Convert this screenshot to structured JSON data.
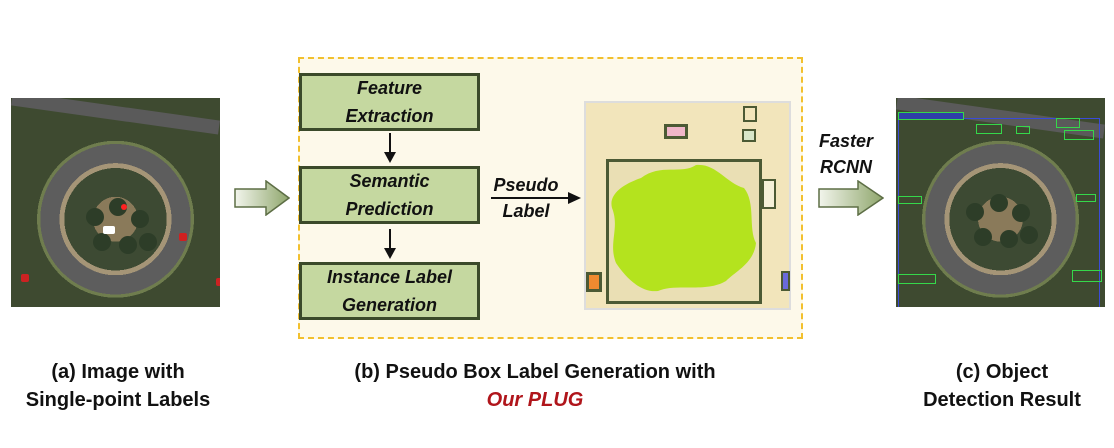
{
  "captions": {
    "a_line1": "(a) Image with",
    "a_line2": "Single-point Labels",
    "b_line1": "(b) Pseudo Box Label Generation with",
    "b_line2": "Our PLUG",
    "c_line1": "(c) Object",
    "c_line2": "Detection Result"
  },
  "steps": [
    {
      "label": "Feature\nExtraction"
    },
    {
      "label": "Semantic\nPrediction"
    },
    {
      "label": "Instance Label\nGeneration"
    }
  ],
  "pseudo_label": "Pseudo\nLabel",
  "detector": "Faster\nRCNN",
  "colors": {
    "step_fill": "#c5d8a0",
    "panel_border": "#f2c02e",
    "plug_text": "#b0151b",
    "arrow_fill": "#a9bb8a",
    "mask_green": "#b4e31e"
  }
}
